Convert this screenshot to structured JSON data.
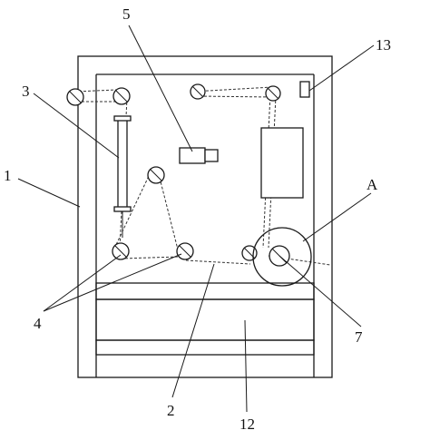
{
  "labels": {
    "frame": "1",
    "belt": "2",
    "tension_arm": "3",
    "guide_rollers": "4",
    "sensor": "5",
    "wind_roller": "7",
    "base_box": "12",
    "top_marker": "13",
    "detail": "A"
  }
}
